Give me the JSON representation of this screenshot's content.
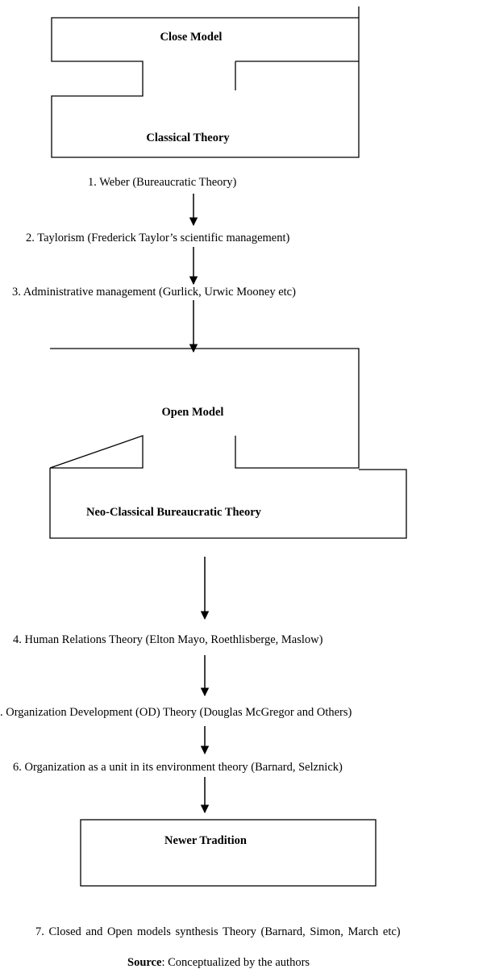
{
  "close_model": {
    "title": "Close Model",
    "subtitle": "Classical Theory"
  },
  "steps": [
    "1. Weber (Bureaucratic Theory)",
    "2. Taylorism (Frederick Taylor’s scientific management)",
    "3. Administrative management (Gurlick, Urwic Mooney etc)",
    "4. Human Relations Theory (Elton Mayo, Roethlisberge, Maslow)",
    ". Organization Development (OD) Theory (Douglas McGregor and Others)",
    "6. Organization as a unit in its environment theory (Barnard, Selznick)",
    "7. Closed and Open models synthesis Theory (Barnard, Simon, March etc)"
  ],
  "open_model": {
    "title": "Open Model",
    "subtitle": "Neo-Classical Bureaucratic Theory"
  },
  "newer": {
    "title": "Newer Tradition"
  },
  "source": {
    "label": "Source",
    "text": ": Conceptualized by the authors"
  }
}
